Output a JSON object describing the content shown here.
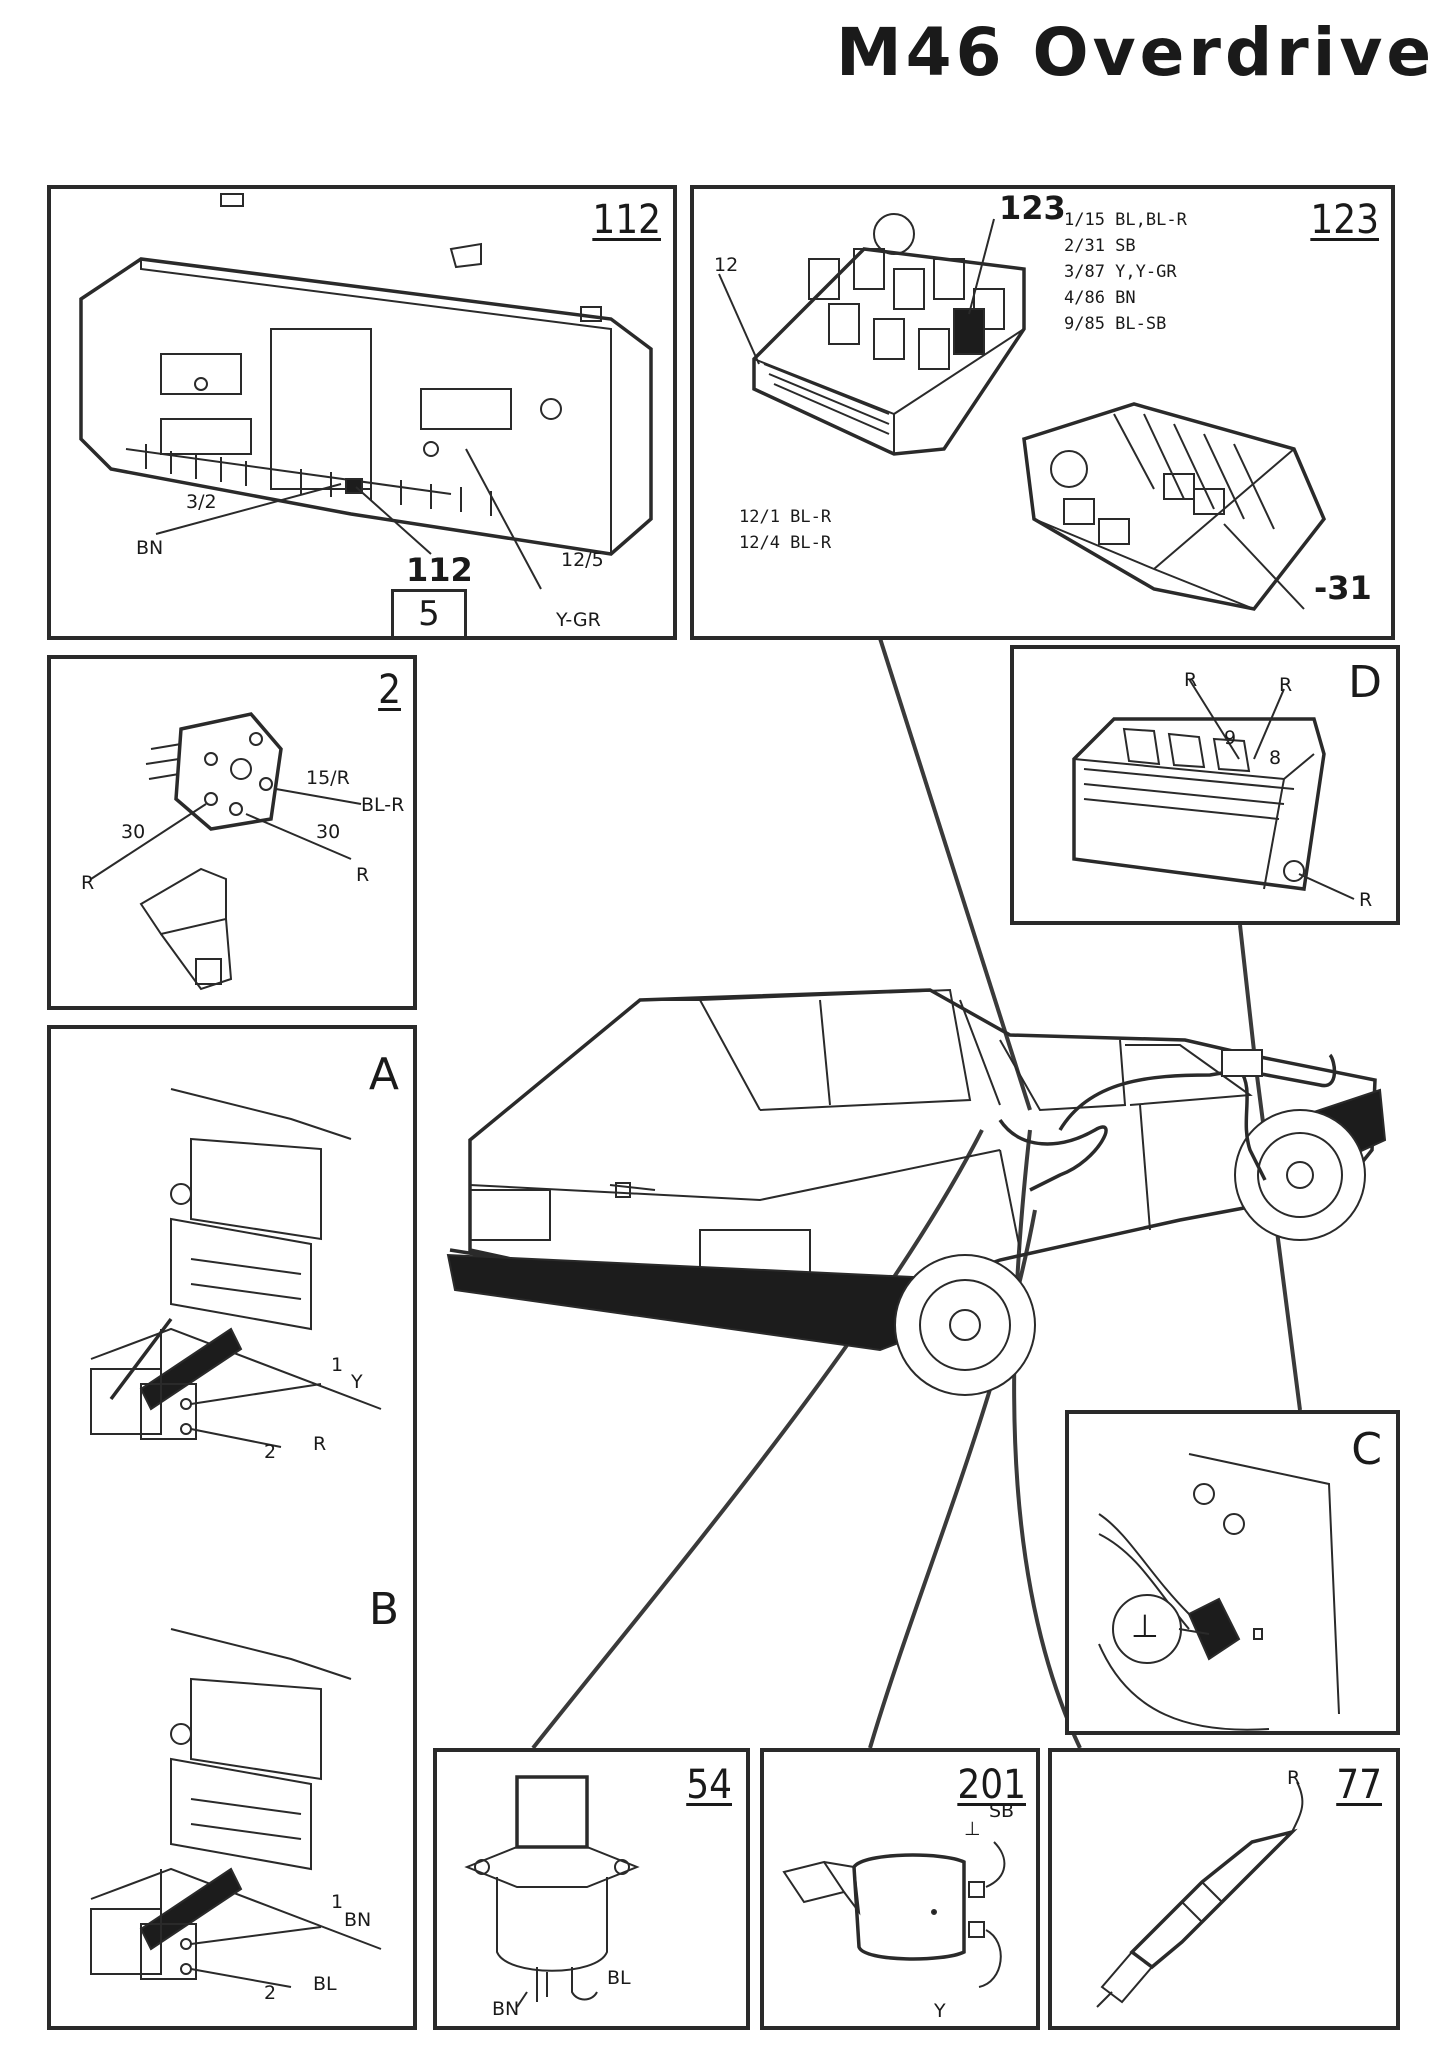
{
  "title": "M46 Overdrive",
  "panels": {
    "p112": {
      "number": "112",
      "sub_number": "112",
      "boxed": "5",
      "labels": {
        "l32": "3/2",
        "bn": "BN",
        "l125": "12/5",
        "ygr": "Y-GR"
      }
    },
    "p123": {
      "number": "123",
      "sub_number": "123",
      "l12": "12",
      "minus31": "-31",
      "pins": [
        "1/15 BL,BL-R",
        "2/31 SB",
        "3/87 Y,Y-GR",
        "4/86 BN",
        "9/85 BL-SB"
      ],
      "pins_lower": [
        "12/1 BL-R",
        "12/4 BL-R"
      ]
    },
    "p2": {
      "number": "2",
      "labels": {
        "l15r": "15/R",
        "blr": "BL-R",
        "l30a": "30",
        "l30b": "30",
        "r1": "R",
        "r2": "R"
      }
    },
    "pD": {
      "letter": "D",
      "labels": {
        "r1": "R",
        "r2": "R",
        "n9": "9",
        "n8": "8",
        "r3": "R"
      }
    },
    "pA": {
      "letter": "A",
      "labels": {
        "n1": "1",
        "y": "Y",
        "n2": "2",
        "r": "R"
      }
    },
    "pB": {
      "letter": "B",
      "labels": {
        "n1": "1",
        "bn": "BN",
        "n2": "2",
        "bl": "BL"
      }
    },
    "pC": {
      "letter": "C",
      "ground_symbol": "⊥"
    },
    "p54": {
      "number": "54",
      "labels": {
        "bn": "BN",
        "bl": "BL"
      }
    },
    "p201": {
      "number": "201",
      "labels": {
        "sb": "SB",
        "gnd": "⊥",
        "y": "Y"
      }
    },
    "p77": {
      "number": "77",
      "labels": {
        "r": "R"
      }
    }
  }
}
